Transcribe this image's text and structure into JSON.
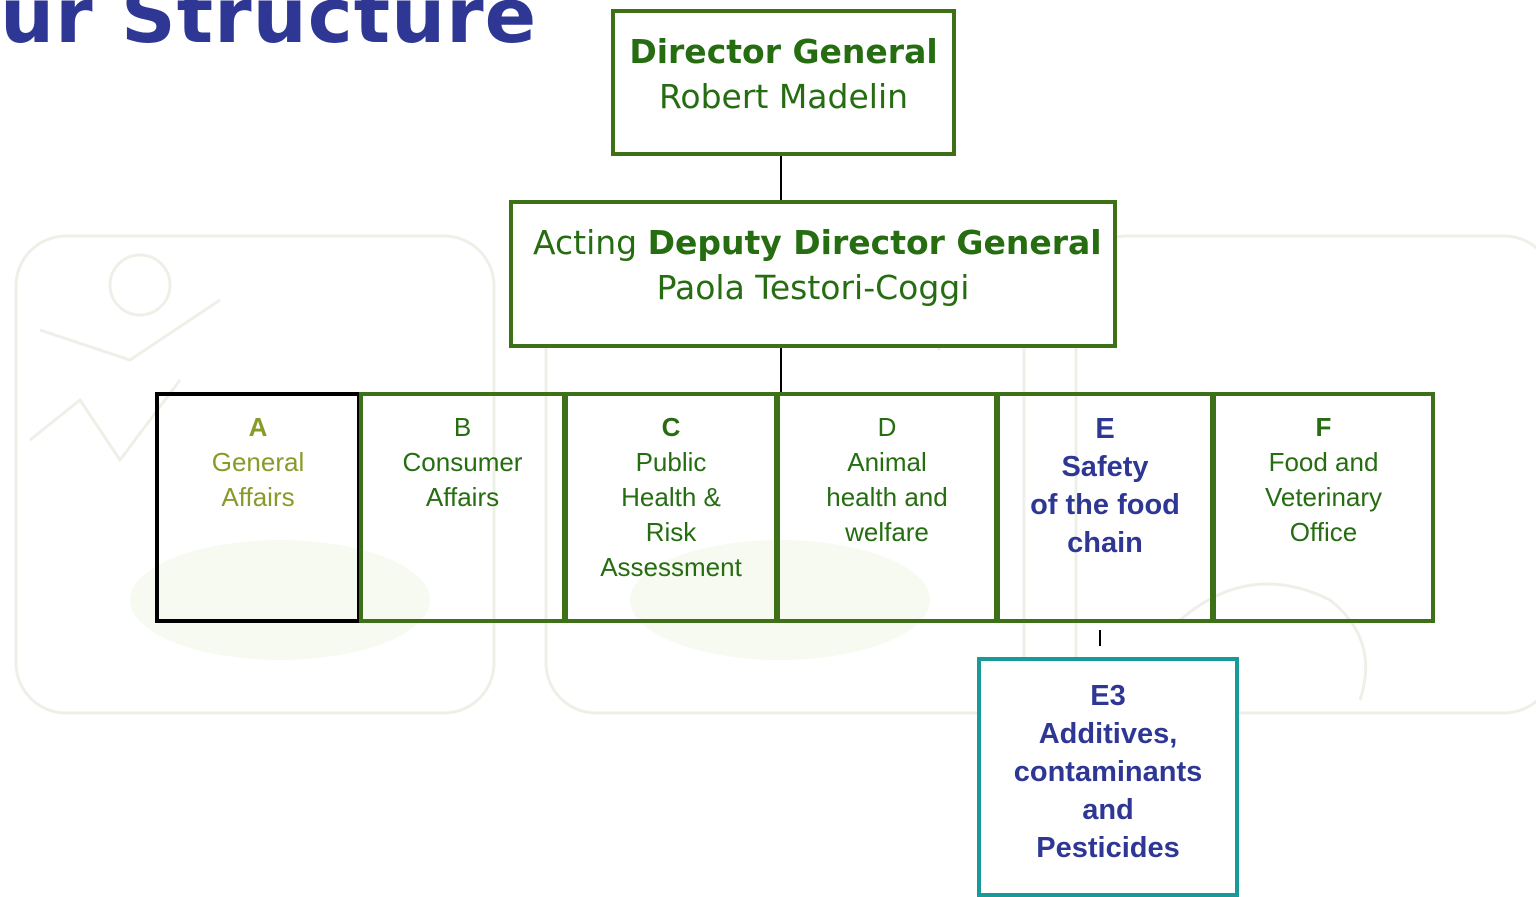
{
  "title": "ur Structure",
  "director_general": {
    "role": "Director General",
    "name": "Robert Madelin"
  },
  "deputy_director_general": {
    "prefix": "Acting",
    "role": "Deputy Director General",
    "name": "Paola Testori-Coggi"
  },
  "directorates": [
    {
      "letter": "A",
      "lines": [
        "General",
        "Affairs"
      ]
    },
    {
      "letter": "B",
      "lines": [
        "Consumer",
        "Affairs"
      ]
    },
    {
      "letter": "C",
      "lines": [
        "Public",
        "Health &",
        "Risk",
        "Assessment"
      ]
    },
    {
      "letter": "D",
      "lines": [
        "Animal",
        "health and",
        "welfare"
      ]
    },
    {
      "letter": "E",
      "lines": [
        "Safety",
        "of the food",
        "chain"
      ]
    },
    {
      "letter": "F",
      "lines": [
        "Food and",
        "Veterinary",
        "Office"
      ]
    }
  ],
  "unit": {
    "code": "E3",
    "lines": [
      "Additives,",
      "contaminants",
      "and",
      "Pesticides"
    ]
  },
  "colors": {
    "title": "#2f3795",
    "box_border": "#3d7017",
    "box_text": "#266d12",
    "directorate_a_text": "#8a9a2a",
    "directorate_e_text": "#2f3795",
    "unit_border": "#189a9a"
  }
}
